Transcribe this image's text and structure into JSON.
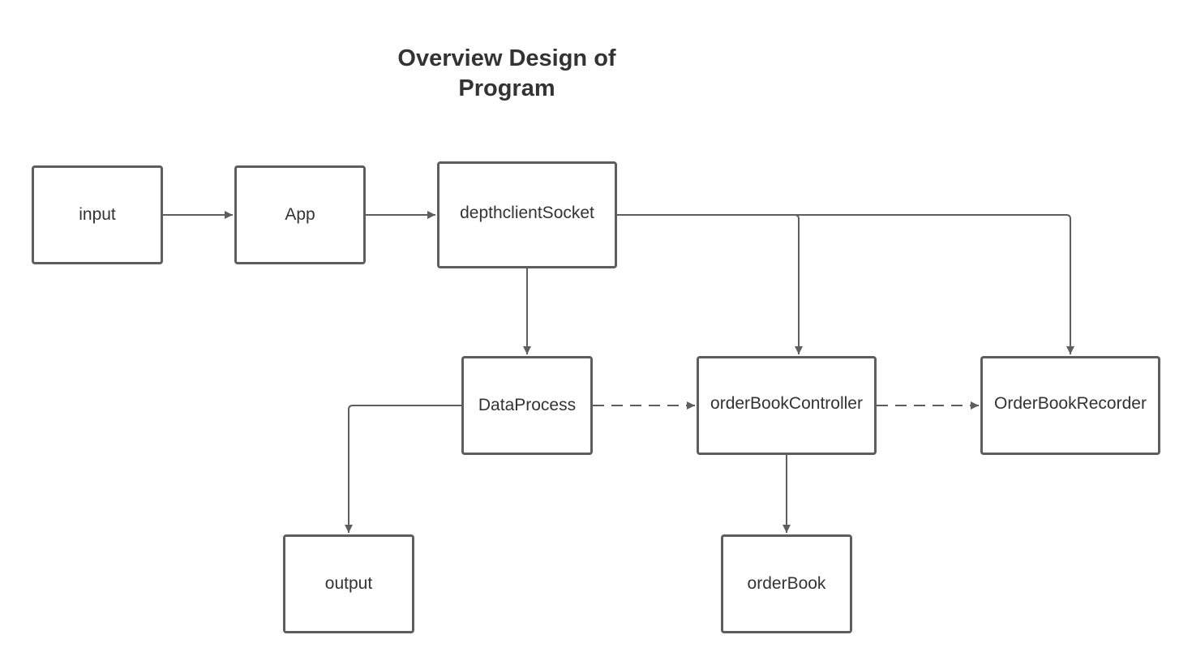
{
  "title": {
    "line1": "Overview Design of",
    "line2": "Program"
  },
  "nodes": {
    "input": "input",
    "app": "App",
    "socket": "depthclientSocket",
    "data_process": "DataProcess",
    "order_book_controller": "orderBookController",
    "order_book_recorder": "OrderBookRecorder",
    "output": "output",
    "order_book": "orderBook"
  },
  "colors": {
    "stroke": "#5e5e5e",
    "text": "#333333",
    "background": "#ffffff"
  }
}
